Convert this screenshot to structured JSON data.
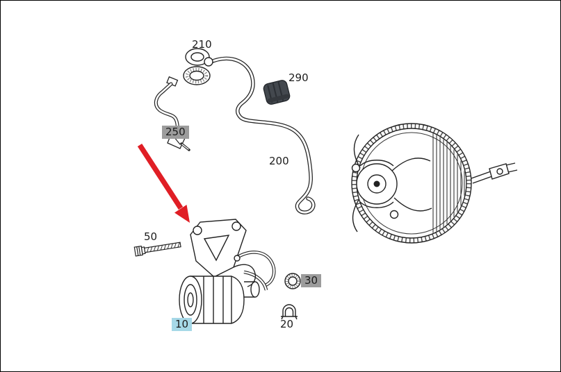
{
  "diagram": {
    "labels": [
      {
        "id": "210",
        "highlight": "none"
      },
      {
        "id": "290",
        "highlight": "none"
      },
      {
        "id": "250",
        "highlight": "gray"
      },
      {
        "id": "200",
        "highlight": "none"
      },
      {
        "id": "50",
        "highlight": "none"
      },
      {
        "id": "30",
        "highlight": "gray"
      },
      {
        "id": "20",
        "highlight": "none"
      },
      {
        "id": "10",
        "highlight": "blue"
      }
    ],
    "colors": {
      "background": "#ffffff",
      "border": "#000000",
      "line": "#222222",
      "label_text": "#1c1c1c",
      "highlight_gray": "#9c9c9c",
      "highlight_blue": "#a6d8e7",
      "arrow_red": "#e01e25",
      "cap_fill": "#43484e"
    }
  }
}
